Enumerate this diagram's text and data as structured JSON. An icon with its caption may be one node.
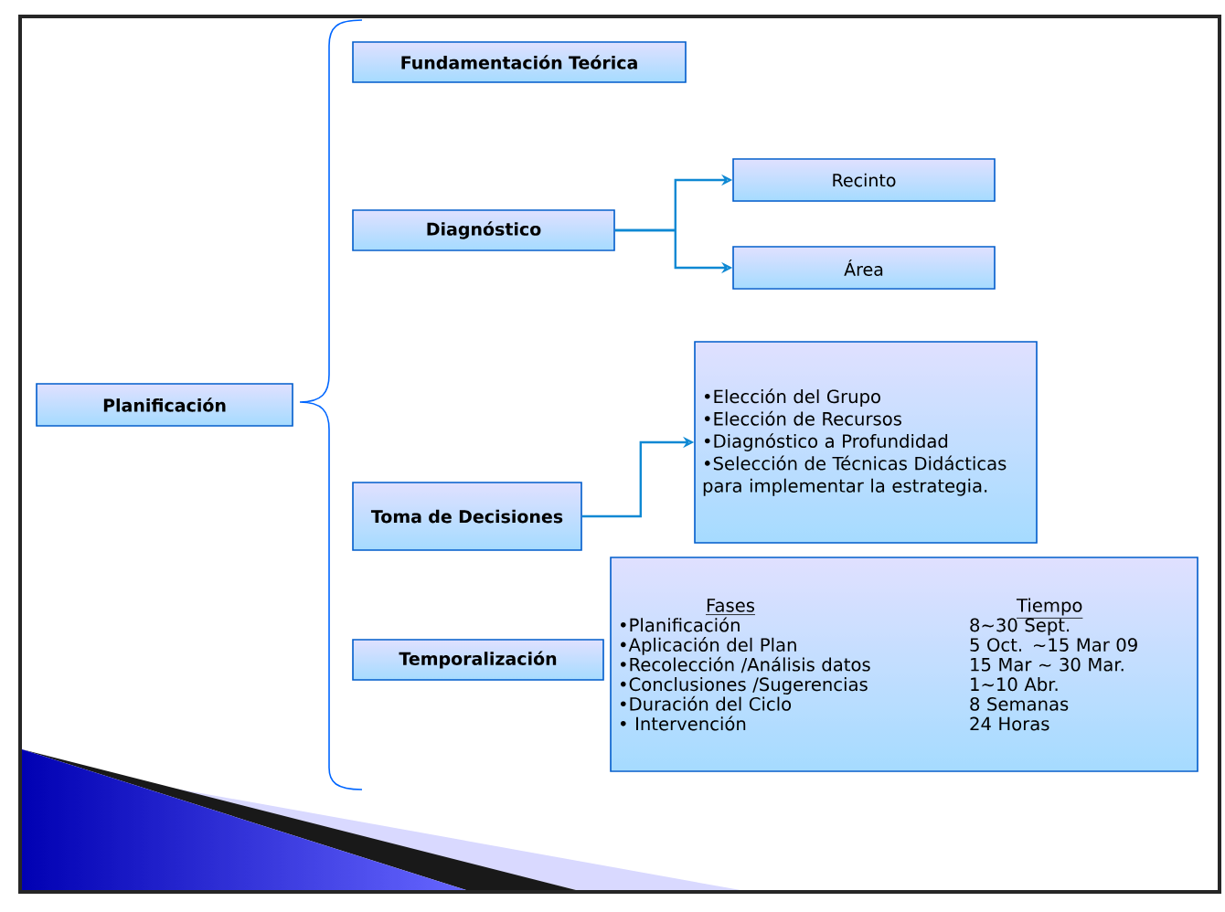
{
  "diagram": {
    "nodes": [
      {
        "text": [
          "Planificación"
        ]
      },
      {
        "text": [
          "Fundamentación Teórica"
        ]
      },
      {
        "text": [
          "Diagnóstico"
        ]
      },
      {
        "text": [
          "Recinto"
        ]
      },
      {
        "text": [
          "Área"
        ]
      },
      {
        "text": [
          "Toma de Decisiones"
        ]
      },
      {
        "text": [
          "•Elección del Grupo",
          "•Elección de Recursos",
          "•Diagnóstico a Profundidad",
          "•Selección de Técnicas Didácticas para implementar la estrategia."
        ]
      },
      {
        "text": [
          "Temporalización"
        ]
      },
      {
        "text": [
          "Fases",
          "Tiempo",
          "•Planificación",
          "8~30 Sept.",
          "•Aplicación del Plan",
          "5 Oct. ~15 Mar 09",
          "•Recolección /Análisis datos",
          "15 Mar ~ 30 Mar.",
          "•Conclusiones /Sugerencias",
          "1~10 Abr.",
          "•Duración del Ciclo",
          "8 Semanas",
          "• Intervención",
          "24 Horas"
        ]
      }
    ],
    "edges": [
      {
        "from": 2,
        "to": 3,
        "arrow": "to"
      },
      {
        "from": 2,
        "to": 4,
        "arrow": "to"
      },
      {
        "from": 5,
        "to": 6,
        "arrow": "to"
      }
    ]
  }
}
